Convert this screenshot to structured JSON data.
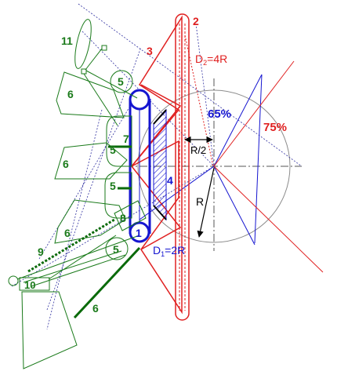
{
  "colors": {
    "green": "#1a7a1a",
    "dark_green": "#0a6a0a",
    "red": "#e02020",
    "blue": "#1515d0",
    "grey": "#8c8c8c",
    "dash": "#3030a0"
  },
  "labels": {
    "n1": "1",
    "n2": "2",
    "n3": "3",
    "n4": "4",
    "n5a": "5",
    "n5b": "5",
    "n5c": "5",
    "n5d": "5",
    "n6a": "6",
    "n6b": "6",
    "n6c": "6",
    "n6d": "6",
    "n7": "7",
    "n8": "8",
    "n9": "9",
    "n10": "10",
    "n11": "11",
    "pct65": "65%",
    "pct75": "75%",
    "r_half": "R/2",
    "r": "R",
    "d1_prefix": "D",
    "d1_sub": "1",
    "d1_suffix": "=2R",
    "d2_prefix": "D",
    "d2_sub": "2",
    "d2_suffix": "=4R"
  }
}
